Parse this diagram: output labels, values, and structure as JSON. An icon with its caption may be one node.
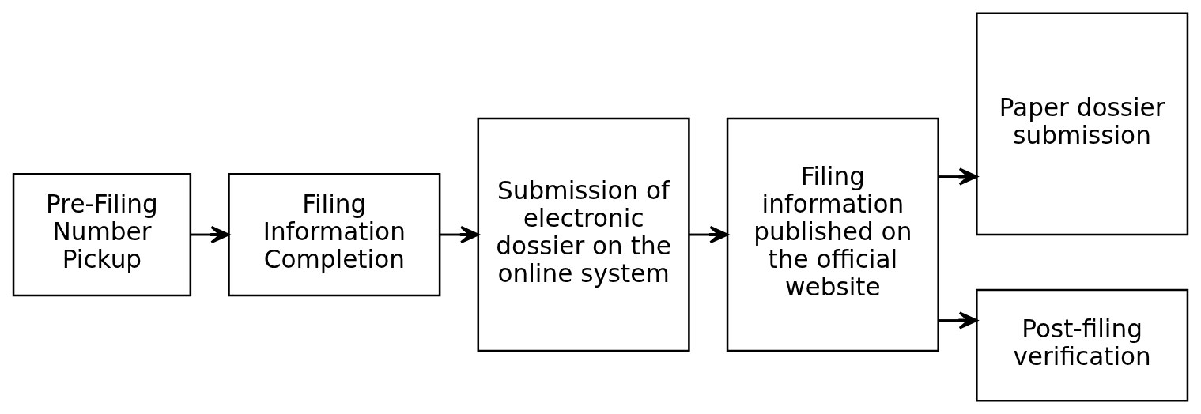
{
  "diagram": {
    "nodes": [
      {
        "text": [
          "Pre-Filing Number Pickup"
        ]
      },
      {
        "text": [
          "Filing Information Completion"
        ]
      },
      {
        "text": [
          "Submission of electronic dossier on the online system"
        ]
      },
      {
        "text": [
          "Filing information published on the official website"
        ]
      },
      {
        "text": [
          "Paper dossier submission"
        ]
      },
      {
        "text": [
          "Post-filing verification"
        ]
      }
    ],
    "edges": [
      {
        "from": 0,
        "to": 1,
        "arrow": "to"
      },
      {
        "from": 1,
        "to": 2,
        "arrow": "to"
      },
      {
        "from": 2,
        "to": 3,
        "arrow": "to"
      },
      {
        "from": 3,
        "to": 4,
        "arrow": "to"
      },
      {
        "from": 3,
        "to": 5,
        "arrow": "to"
      }
    ]
  }
}
